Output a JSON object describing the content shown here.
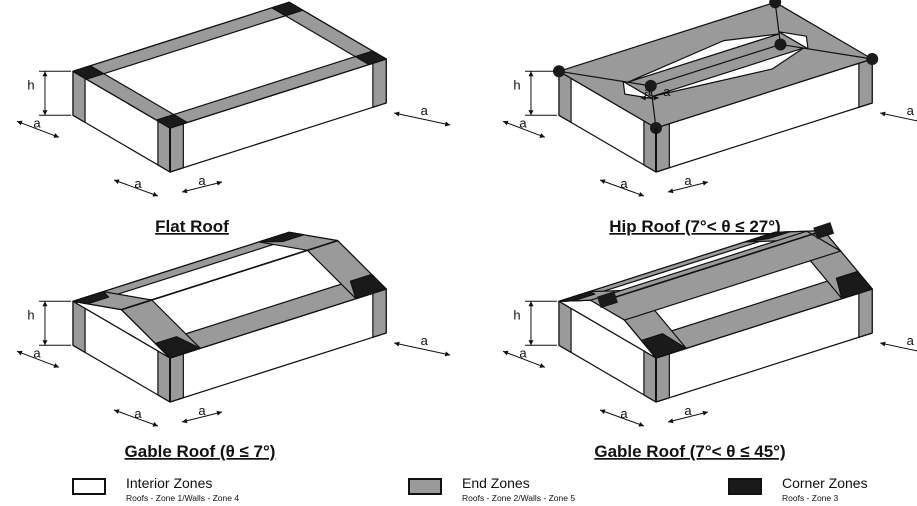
{
  "captions": {
    "flat": "Flat Roof",
    "hip": "Hip Roof (7°< θ ≤ 27°)",
    "gable_low": "Gable Roof (θ ≤ 7°)",
    "gable_steep": "Gable Roof (7°< θ ≤ 45°)"
  },
  "dimension_labels": {
    "height": "h",
    "zone_width": "a"
  },
  "legend": [
    {
      "title": "Interior Zones",
      "subtitle": "Roofs - Zone 1/Walls - Zone 4",
      "color": "#ffffff"
    },
    {
      "title": "End Zones",
      "subtitle": "Roofs - Zone 2/Walls - Zone 5",
      "color": "#9a9a9a"
    },
    {
      "title": "Corner Zones",
      "subtitle": "Roofs - Zone 3",
      "color": "#1a1a1a"
    }
  ],
  "colors": {
    "interior": "#ffffff",
    "end": "#9a9a9a",
    "corner": "#1a1a1a",
    "outline": "#111111"
  }
}
